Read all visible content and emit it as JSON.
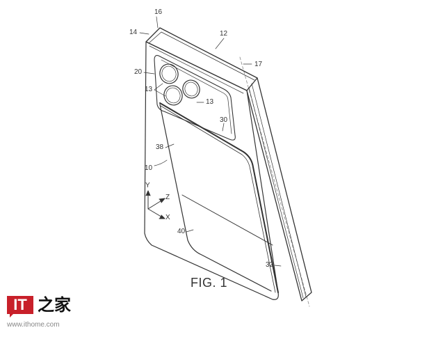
{
  "figure": {
    "caption": "FIG. 1",
    "reference_labels": {
      "device": "10",
      "housing_12": "12",
      "cameras": "13",
      "edge_14": "14",
      "edge_16": "16",
      "axis_17": "17",
      "camera_module_20": "20",
      "seam_30": "30",
      "side_32": "32",
      "panel_38": "38",
      "panel_40": "40"
    },
    "axes": {
      "y": "Y",
      "z": "Z",
      "x": "X"
    }
  },
  "watermark": {
    "logo_text": "IT",
    "logo_cjk": "之家",
    "url": "www.ithome.com",
    "brand_color": "#c8202a"
  }
}
